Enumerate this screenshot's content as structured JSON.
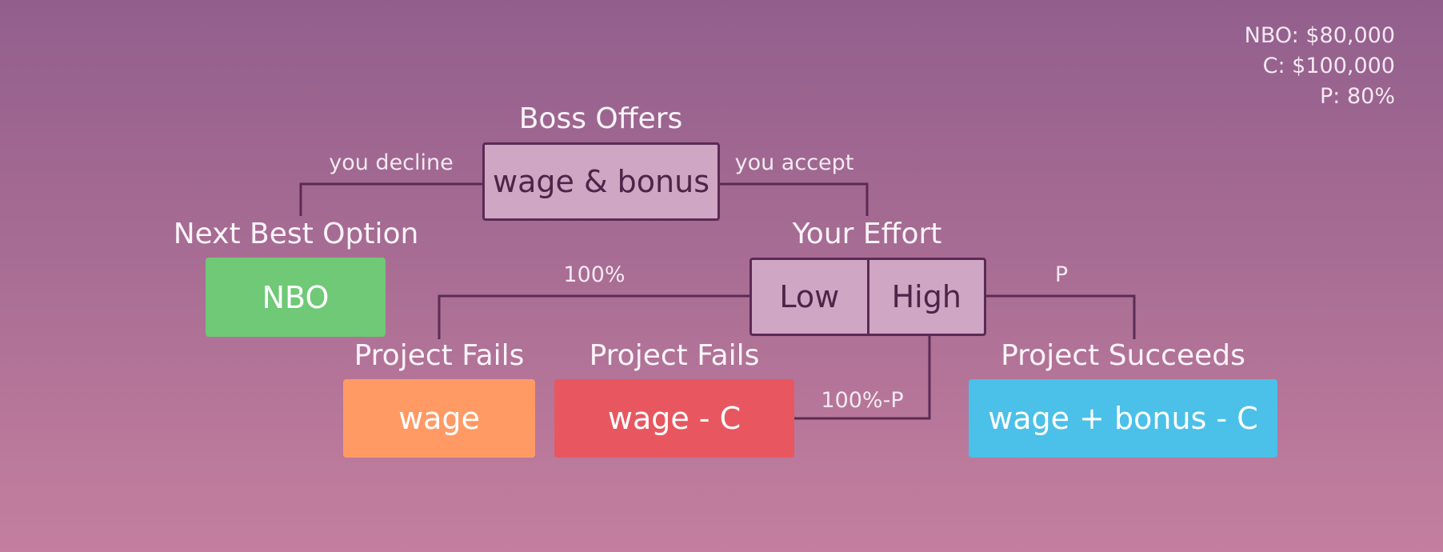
{
  "params": {
    "nbo": "NBO: $80,000",
    "c": "C: $100,000",
    "p": "P: 80%"
  },
  "root": {
    "title": "Boss Offers",
    "box": "wage & bonus",
    "edge_left": "you decline",
    "edge_right": "you accept"
  },
  "nbo_node": {
    "title": "Next Best Option",
    "box": "NBO"
  },
  "effort": {
    "title": "Your Effort",
    "low": "Low",
    "high": "High",
    "edge_low": "100%",
    "edge_high_success": "P",
    "edge_high_fail": "100%-P"
  },
  "outcomes": {
    "low_fail_title": "Project Fails",
    "low_fail_box": "wage",
    "high_fail_title": "Project Fails",
    "high_fail_box": "wage - C",
    "success_title": "Project Succeeds",
    "success_box": "wage + bonus - C"
  },
  "colors": {
    "connector": "#5b2b55",
    "decision_fill": "#cfa6c3",
    "nbo": "#6fc976",
    "wage": "#ff9a65",
    "wage_c": "#e8575f",
    "success": "#4bc0e8"
  }
}
